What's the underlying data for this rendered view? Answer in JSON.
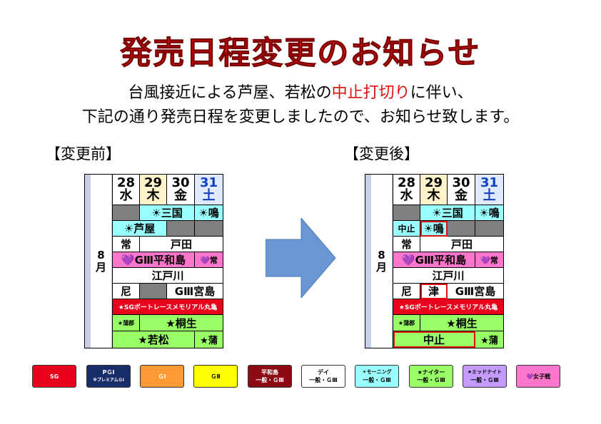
{
  "title": "発売日程変更のお知らせ",
  "subtitle": {
    "l1_a": "台風接近による芦屋、若松の",
    "l1_red": "中止打切り",
    "l1_b": "に伴い、",
    "l2": "下記の通り発売日程を変更しましたので、お知らせ致します。"
  },
  "before_label": "【変更前】",
  "after_label": "【変更後】",
  "month": "8\n月",
  "days": [
    {
      "n": "28",
      "w": "水"
    },
    {
      "n": "29",
      "w": "木"
    },
    {
      "n": "30",
      "w": "金"
    },
    {
      "n": "31",
      "w": "土"
    }
  ],
  "rows": {
    "mikuni": "☀三国",
    "naruto": "☀鳴",
    "ashiya": "☀芦屋",
    "chushi": "中止",
    "naruto2": "☀鳴",
    "jo": "常",
    "toda": "戸田",
    "heiwajima": "💜GⅢ平和島",
    "jo2": "💜常",
    "edogawa": "江戸川",
    "ama": "尼",
    "tsu": "津",
    "miyajima": "GⅢ宮島",
    "sg": "★SGボートレースメモリアル丸亀",
    "gamagori_sm": "★蒲郡",
    "kiryu": "★桐生",
    "wakamatsu": "★若松",
    "chushi2": "中止",
    "gama2": "★蒲"
  },
  "legend": [
    {
      "l1": "SG",
      "l2": ""
    },
    {
      "l1": "PＧⅠ",
      "l2": "※プレミアムＧⅠ"
    },
    {
      "l1": "ＧⅠ",
      "l2": ""
    },
    {
      "l1": "ＧⅡ",
      "l2": ""
    },
    {
      "l1": "平和島",
      "l2": "一般・ＧⅢ"
    },
    {
      "l1": "デイ",
      "l2": "一般・ＧⅢ"
    },
    {
      "l1": "☀モーニング",
      "l2": "一般・ＧⅢ"
    },
    {
      "l1": "★ナイター",
      "l2": "一般・ＧⅢ"
    },
    {
      "l1": "★ミッドナイト",
      "l2": "一般・ＧⅢ"
    },
    {
      "l1": "💜女子戦",
      "l2": ""
    }
  ],
  "colors": {
    "accent": "#e01010",
    "sg": "#e8001c",
    "pg1": "#1a2d6b",
    "g1": "#ff9933",
    "g2": "#ffff00",
    "heiwajima": "#8b0a14",
    "day": "#ffffff",
    "morning": "#99ffff",
    "nighter": "#99ff66",
    "midnight": "#c49cff",
    "women": "#ff77cc",
    "arrow": "#6a97d4"
  }
}
